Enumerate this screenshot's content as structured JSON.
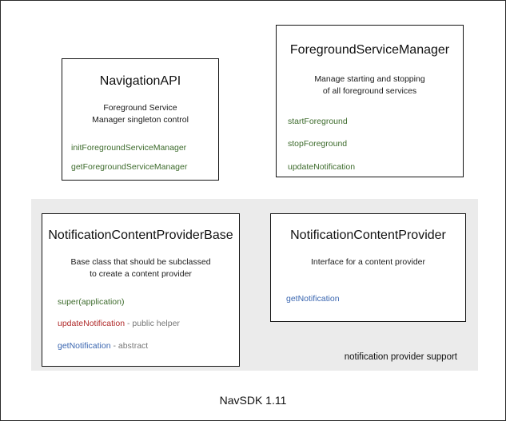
{
  "diagram": {
    "footer_caption": "NavSDK 1.11",
    "group_label": "notification provider support",
    "colors": {
      "method_green": "#3d6b2c",
      "method_red": "#b02b2b",
      "method_blue": "#3a66b0",
      "note_gray": "#777777",
      "panel_background": "#ebebeb",
      "box_border": "#141414",
      "canvas_border": "#2a2a2a",
      "text": "#111111"
    },
    "boxes": [
      {
        "id": "navigation-api",
        "title": "NavigationAPI",
        "description_lines": [
          "Foreground Service",
          "Manager singleton control"
        ],
        "methods": [
          {
            "name": "initForegroundServiceManager",
            "color": "green",
            "note": ""
          },
          {
            "name": "getForegroundServiceManager",
            "color": "green",
            "note": ""
          }
        ]
      },
      {
        "id": "foreground-service-manager",
        "title": "ForegroundServiceManager",
        "description_lines": [
          "Manage starting and stopping",
          "of all foreground services"
        ],
        "methods": [
          {
            "name": "startForeground",
            "color": "green",
            "note": ""
          },
          {
            "name": "stopForeground",
            "color": "green",
            "note": ""
          },
          {
            "name": "updateNotification",
            "color": "green",
            "note": ""
          }
        ]
      },
      {
        "id": "notification-content-provider-base",
        "title": "NotificationContentProviderBase",
        "description_lines": [
          "Base class that should be subclassed",
          "to create a content provider"
        ],
        "methods": [
          {
            "name": "super(application)",
            "color": "green",
            "note": ""
          },
          {
            "name": "updateNotification",
            "color": "red",
            "note": " - public helper"
          },
          {
            "name": "getNotification",
            "color": "blue",
            "note": " - abstract"
          }
        ]
      },
      {
        "id": "notification-content-provider",
        "title": "NotificationContentProvider",
        "description_lines": [
          "Interface for a content provider"
        ],
        "methods": [
          {
            "name": "getNotification",
            "color": "blue",
            "note": ""
          }
        ]
      }
    ]
  }
}
